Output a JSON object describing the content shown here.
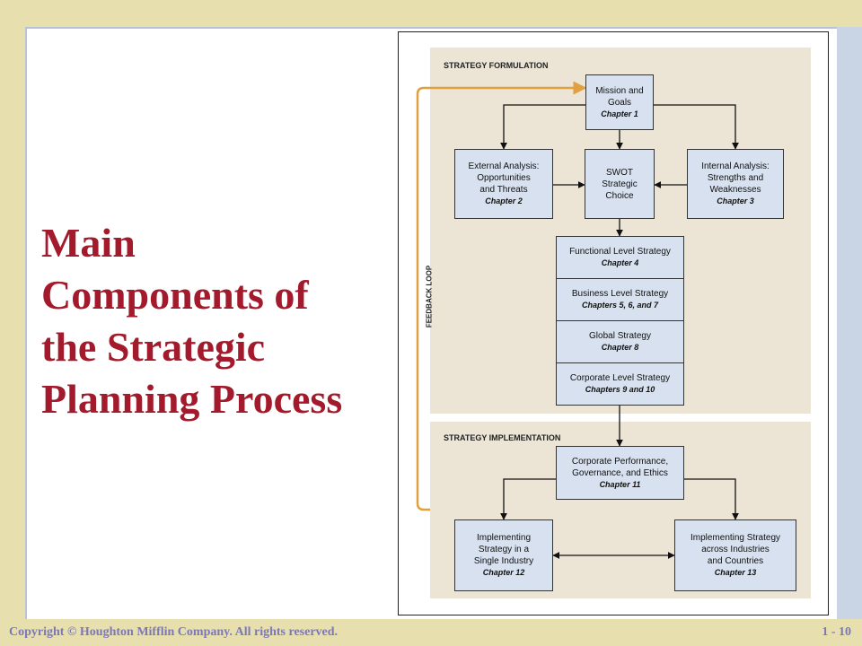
{
  "slide": {
    "title_lines": [
      "Main",
      "Components of",
      "the Strategic",
      "Planning Process"
    ],
    "footer": {
      "copyright": "Copyright © Houghton Mifflin Company. All rights reserved.",
      "page": "1 - 10"
    }
  },
  "diagram": {
    "formulation_label": "STRATEGY FORMULATION",
    "implementation_label": "STRATEGY IMPLEMENTATION",
    "feedback_label": "FEEDBACK LOOP",
    "mission": {
      "lines": [
        "Mission and",
        "Goals"
      ],
      "chapter": "Chapter 1"
    },
    "external": {
      "lines": [
        "External Analysis:",
        "Opportunities",
        "and Threats"
      ],
      "chapter": "Chapter 2"
    },
    "swot": {
      "lines": [
        "SWOT",
        "Strategic",
        "Choice"
      ],
      "chapter": ""
    },
    "internal": {
      "lines": [
        "Internal Analysis:",
        "Strengths and",
        "Weaknesses"
      ],
      "chapter": "Chapter 3"
    },
    "functional": {
      "lines": [
        "Functional Level Strategy"
      ],
      "chapter": "Chapter 4"
    },
    "business": {
      "lines": [
        "Business Level Strategy"
      ],
      "chapter": "Chapters 5, 6, and 7"
    },
    "global": {
      "lines": [
        "Global Strategy"
      ],
      "chapter": "Chapter 8"
    },
    "corporate": {
      "lines": [
        "Corporate Level Strategy"
      ],
      "chapter": "Chapters 9 and 10"
    },
    "performance": {
      "lines": [
        "Corporate Performance,",
        "Governance, and Ethics"
      ],
      "chapter": "Chapter 11"
    },
    "single_industry": {
      "lines": [
        "Implementing",
        "Strategy in a",
        "Single Industry"
      ],
      "chapter": "Chapter 12"
    },
    "across_industries": {
      "lines": [
        "Implementing Strategy",
        "across Industries",
        "and Countries"
      ],
      "chapter": "Chapter 13"
    },
    "colors": {
      "feedback_loop": "#e0a040",
      "box_fill": "#d7e1ef",
      "panel_fill": "#ece5d6",
      "title": "#a31a2c"
    }
  }
}
